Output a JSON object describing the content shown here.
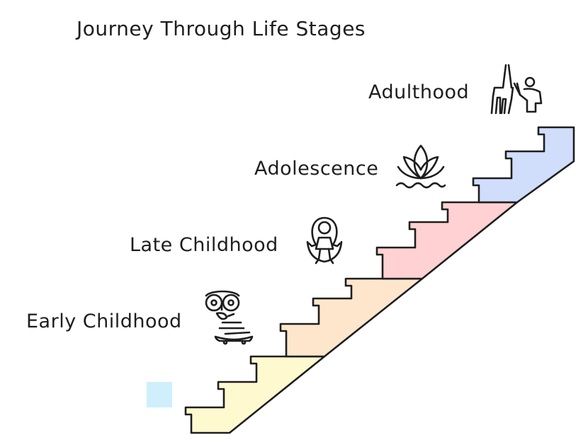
{
  "diagram": {
    "title": "Journey Through Life Stages",
    "stages": [
      {
        "label": "Early Childhood",
        "icon": "skateboard-child-icon",
        "color": "#fef9cf"
      },
      {
        "label": "Late Childhood",
        "icon": "jump-rope-child-icon",
        "color": "#fde6cc"
      },
      {
        "label": "Adolescence",
        "icon": "lotus-icon",
        "color": "#ffd1d2"
      },
      {
        "label": "Adulthood",
        "icon": "adult-waving-icon",
        "color": "#d0ddfb"
      }
    ],
    "marker_color": "#cfeffd"
  }
}
